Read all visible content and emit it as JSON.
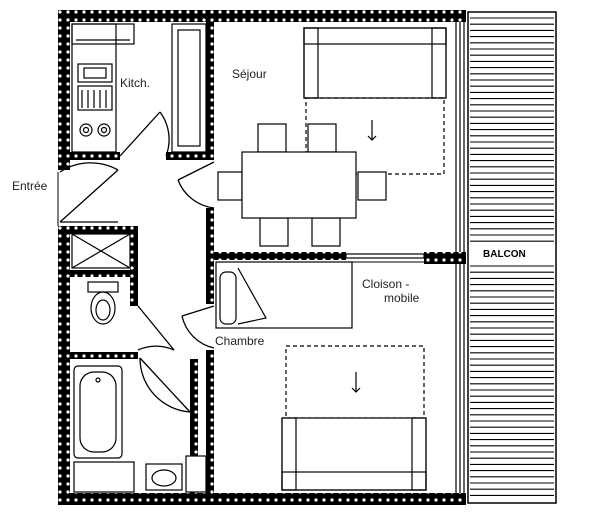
{
  "rooms": {
    "kitchen": "Kitch.",
    "living": "Séjour",
    "entrance": "Entrée",
    "bedroom": "Chambre",
    "balcony": "BALCON"
  },
  "annotations": {
    "partition_line1": "Cloison -",
    "partition_line2": "mobile"
  },
  "colors": {
    "wall": "#000000",
    "background": "#ffffff",
    "furniture": "#222222"
  }
}
